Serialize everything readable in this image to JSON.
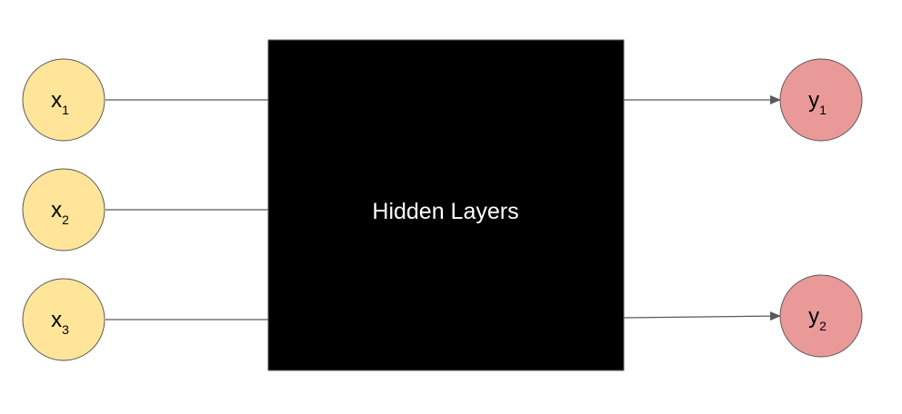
{
  "colors": {
    "input_fill": "#ffe599",
    "output_fill": "#ea9999",
    "box_fill": "#000000",
    "stroke": "#595959",
    "box_text": "#ffffff"
  },
  "inputs": [
    {
      "base": "x",
      "sub": "1"
    },
    {
      "base": "x",
      "sub": "2"
    },
    {
      "base": "x",
      "sub": "3"
    }
  ],
  "outputs": [
    {
      "base": "y",
      "sub": "1"
    },
    {
      "base": "y",
      "sub": "2"
    }
  ],
  "hidden": {
    "label": "Hidden Layers"
  }
}
